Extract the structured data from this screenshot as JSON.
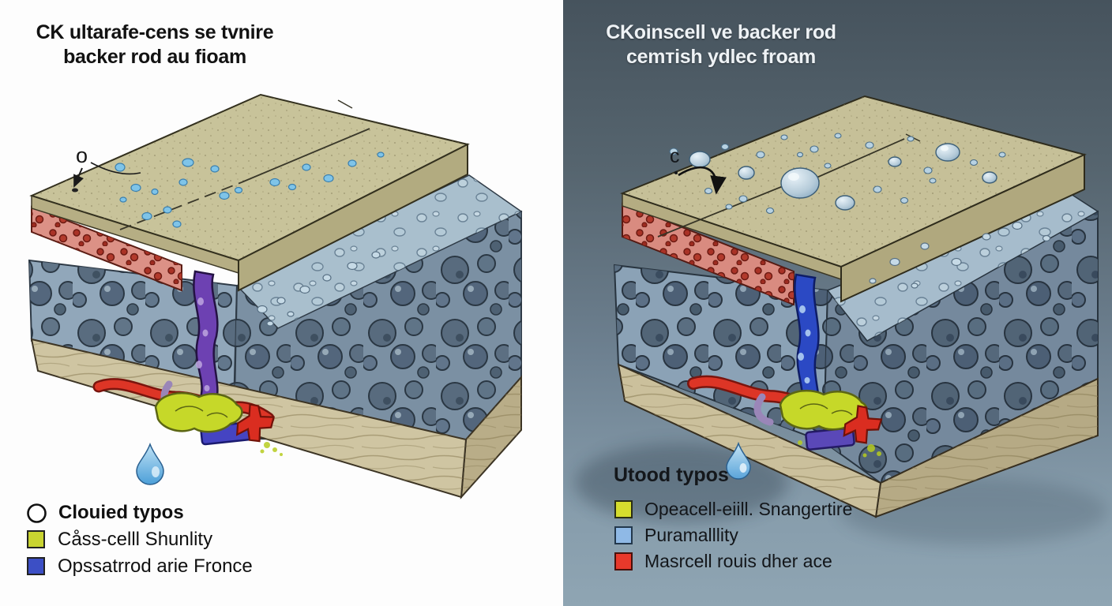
{
  "left_panel": {
    "title_line1": "CK ultarafe-cens se tvnire",
    "title_line2": "backer rod au fioam",
    "surface_label": "o",
    "legend": {
      "items": [
        {
          "swatch": "circle-outline",
          "color": "#ffffff",
          "label": "Clouied typos"
        },
        {
          "swatch": "square",
          "color": "#c9d431",
          "label": "Cåss-celll Shunlity"
        },
        {
          "swatch": "square",
          "color": "#3c4fc5",
          "label": "Opssatrrod arie Fronce"
        }
      ]
    }
  },
  "right_panel": {
    "title_line1": "CKoinscell ve backer rod",
    "title_line2": "cemтish ydlec froam",
    "surface_label": "c",
    "legend_heading": "Utood typos",
    "legend": {
      "items": [
        {
          "swatch": "square",
          "color": "#d6dd2e",
          "label": "Opeacell-eiill. Snangertire"
        },
        {
          "swatch": "square",
          "color": "#8fb9e6",
          "label": "Puramalllity"
        },
        {
          "swatch": "square",
          "color": "#e8392b",
          "label": "Masrcell rouis dher ace"
        }
      ]
    }
  },
  "icons": {
    "water_droplet": "teardrop",
    "legend_circle": "circle-outline"
  }
}
